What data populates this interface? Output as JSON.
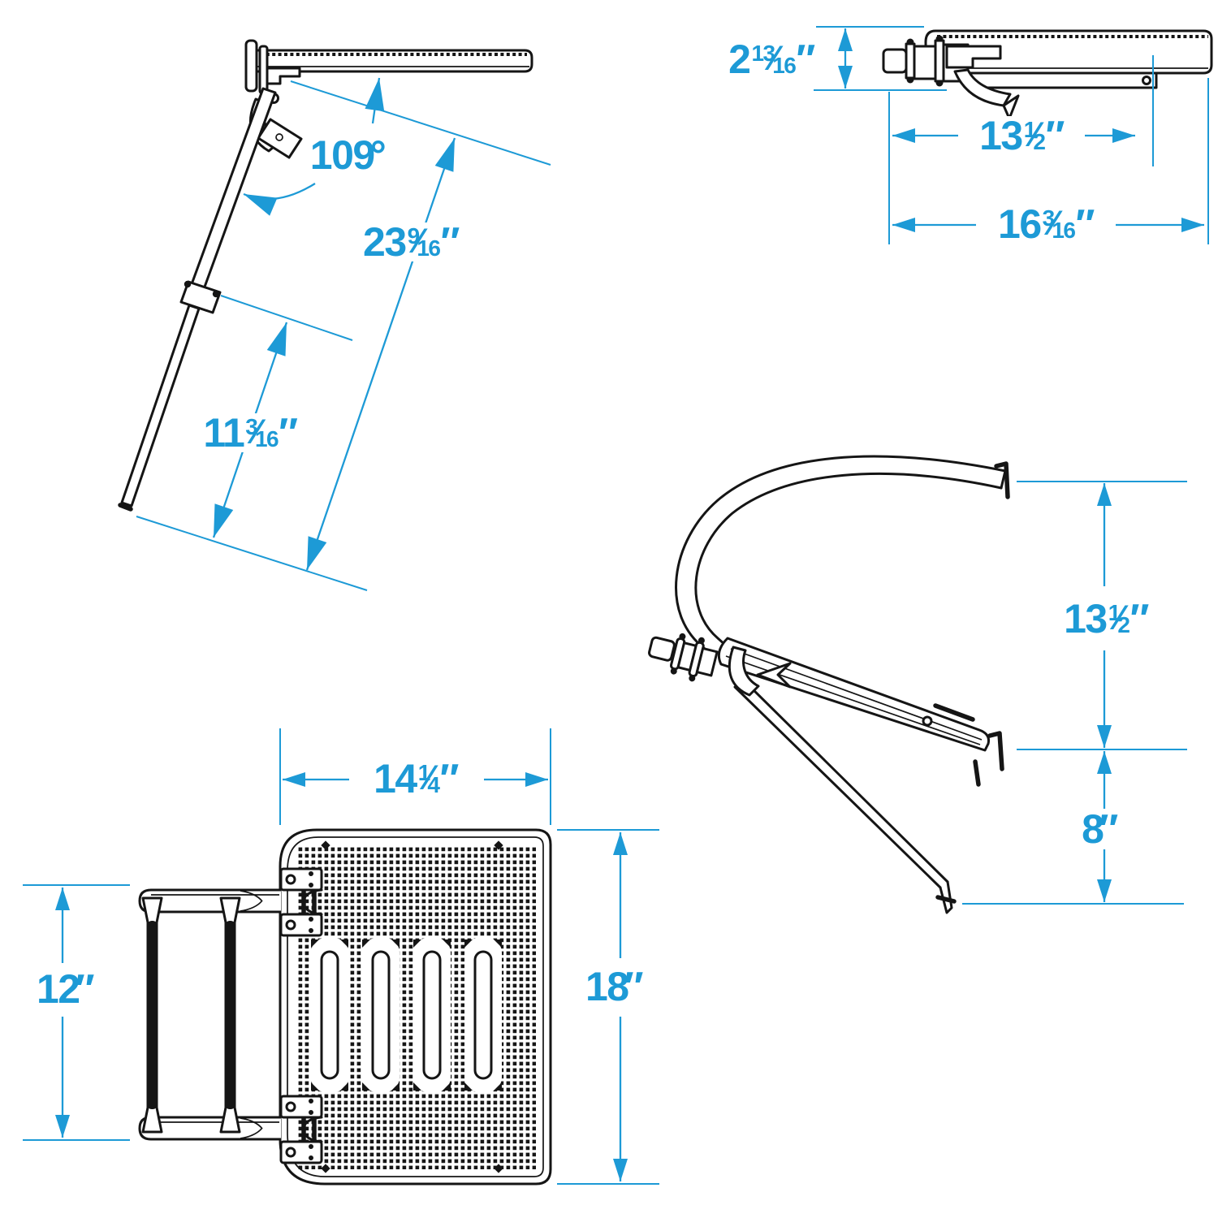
{
  "figure": {
    "type": "technical-dimension-diagram",
    "subject": "swim platform with telescoping folding boarding ladder",
    "units": "inches",
    "accent_color": "#1D9AD6",
    "ink_color": "#151515",
    "background_color": "#ffffff"
  },
  "dims": {
    "deployed_angle": {
      "whole": "109",
      "frac_num": "",
      "frac_slash": "",
      "frac_den": "",
      "unit": "°"
    },
    "deployed_overall_length": {
      "whole": "23",
      "frac_num": "9",
      "frac_slash": "⁄",
      "frac_den": "16",
      "unit": "″"
    },
    "deployed_lower_section": {
      "whole": "11",
      "frac_num": "3",
      "frac_slash": "⁄",
      "frac_den": "16",
      "unit": "″"
    },
    "folded_height": {
      "whole": "2",
      "frac_num": "13",
      "frac_slash": "⁄",
      "frac_den": "16",
      "unit": "″"
    },
    "folded_platform_length": {
      "whole": "13",
      "frac_num": "1",
      "frac_slash": "⁄",
      "frac_den": "2",
      "unit": "″"
    },
    "folded_overall_length": {
      "whole": "16",
      "frac_num": "3",
      "frac_slash": "⁄",
      "frac_den": "16",
      "unit": "″"
    },
    "mount_upper_drop": {
      "whole": "13",
      "frac_num": "1",
      "frac_slash": "⁄",
      "frac_den": "2",
      "unit": "″"
    },
    "mount_lower_drop": {
      "whole": "8",
      "frac_num": "",
      "frac_slash": "",
      "frac_den": "",
      "unit": "″"
    },
    "platform_width": {
      "whole": "14",
      "frac_num": "1",
      "frac_slash": "⁄",
      "frac_den": "4",
      "unit": "″"
    },
    "platform_depth": {
      "whole": "18",
      "frac_num": "",
      "frac_slash": "",
      "frac_den": "",
      "unit": "″"
    },
    "ladder_width": {
      "whole": "12",
      "frac_num": "",
      "frac_slash": "",
      "frac_den": "",
      "unit": "″"
    }
  }
}
